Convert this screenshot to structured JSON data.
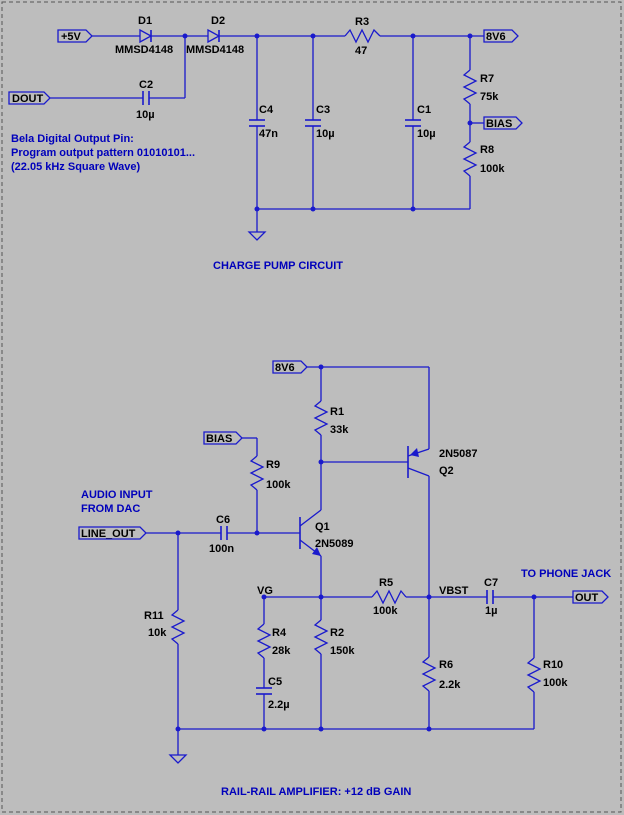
{
  "nets": {
    "plus5v": "+5V",
    "dout": "DOUT",
    "v8v6_top": "8V6",
    "bias_top": "BIAS",
    "v8v6_bottom": "8V6",
    "bias_bottom": "BIAS",
    "line_out": "LINE_OUT",
    "out": "OUT",
    "vg": "VG",
    "vbst": "VBST"
  },
  "components": {
    "D1": {
      "ref": "D1",
      "value": "MMSD4148"
    },
    "D2": {
      "ref": "D2",
      "value": "MMSD4148"
    },
    "C2": {
      "ref": "C2",
      "value": "10µ"
    },
    "R3": {
      "ref": "R3",
      "value": "47"
    },
    "C4": {
      "ref": "C4",
      "value": "47n"
    },
    "C3": {
      "ref": "C3",
      "value": "10µ"
    },
    "C1": {
      "ref": "C1",
      "value": "10µ"
    },
    "R7": {
      "ref": "R7",
      "value": "75k"
    },
    "R8": {
      "ref": "R8",
      "value": "100k"
    },
    "R1": {
      "ref": "R1",
      "value": "33k"
    },
    "Q2": {
      "ref": "Q2",
      "value": "2N5087"
    },
    "R9": {
      "ref": "R9",
      "value": "100k"
    },
    "Q1": {
      "ref": "Q1",
      "value": "2N5089"
    },
    "C6": {
      "ref": "C6",
      "value": "100n"
    },
    "R5": {
      "ref": "R5",
      "value": "100k"
    },
    "C7": {
      "ref": "C7",
      "value": "1µ"
    },
    "R11": {
      "ref": "R11",
      "value": "10k"
    },
    "R4": {
      "ref": "R4",
      "value": "28k"
    },
    "R2": {
      "ref": "R2",
      "value": "150k"
    },
    "C5": {
      "ref": "C5",
      "value": "2.2µ"
    },
    "R6": {
      "ref": "R6",
      "value": "2.2k"
    },
    "R10": {
      "ref": "R10",
      "value": "100k"
    }
  },
  "notes": {
    "bela_line1": "Bela Digital Output Pin:",
    "bela_line2": "Program output pattern 01010101...",
    "bela_line3": "(22.05 kHz Square Wave)",
    "charge_pump": "CHARGE PUMP CIRCUIT",
    "audio_in_line1": "AUDIO INPUT",
    "audio_in_line2": "FROM DAC",
    "to_phone": "TO PHONE JACK",
    "amp_title": "RAIL-RAIL AMPLIFIER: +12 dB GAIN"
  },
  "colors": {
    "background": "#bdbdbd",
    "wire": "#1a1acc",
    "note_text": "#0000bb",
    "label_text": "#000000"
  }
}
